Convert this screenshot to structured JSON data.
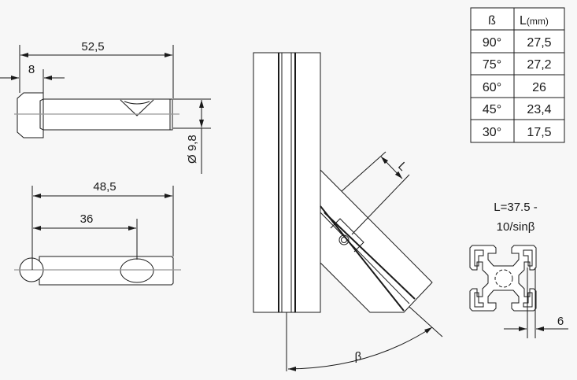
{
  "dimensions": {
    "pin_length": "52,5",
    "head_length": "8",
    "diameter": "Ø 9,8",
    "pin2_length": "48,5",
    "hole_distance": "36",
    "L_label": "L",
    "beta_label": "β",
    "profile_slot": "6"
  },
  "formula": {
    "line1": "L=37.5 -",
    "line2": "10/sinβ"
  },
  "table": {
    "header": {
      "beta": "ß",
      "L": "L",
      "unit": "(mm)"
    },
    "rows": [
      {
        "beta": "90°",
        "L": "27,5"
      },
      {
        "beta": "75°",
        "L": "27,2"
      },
      {
        "beta": "60°",
        "L": "26"
      },
      {
        "beta": "45°",
        "L": "23,4"
      },
      {
        "beta": "30°",
        "L": "17,5"
      }
    ]
  }
}
